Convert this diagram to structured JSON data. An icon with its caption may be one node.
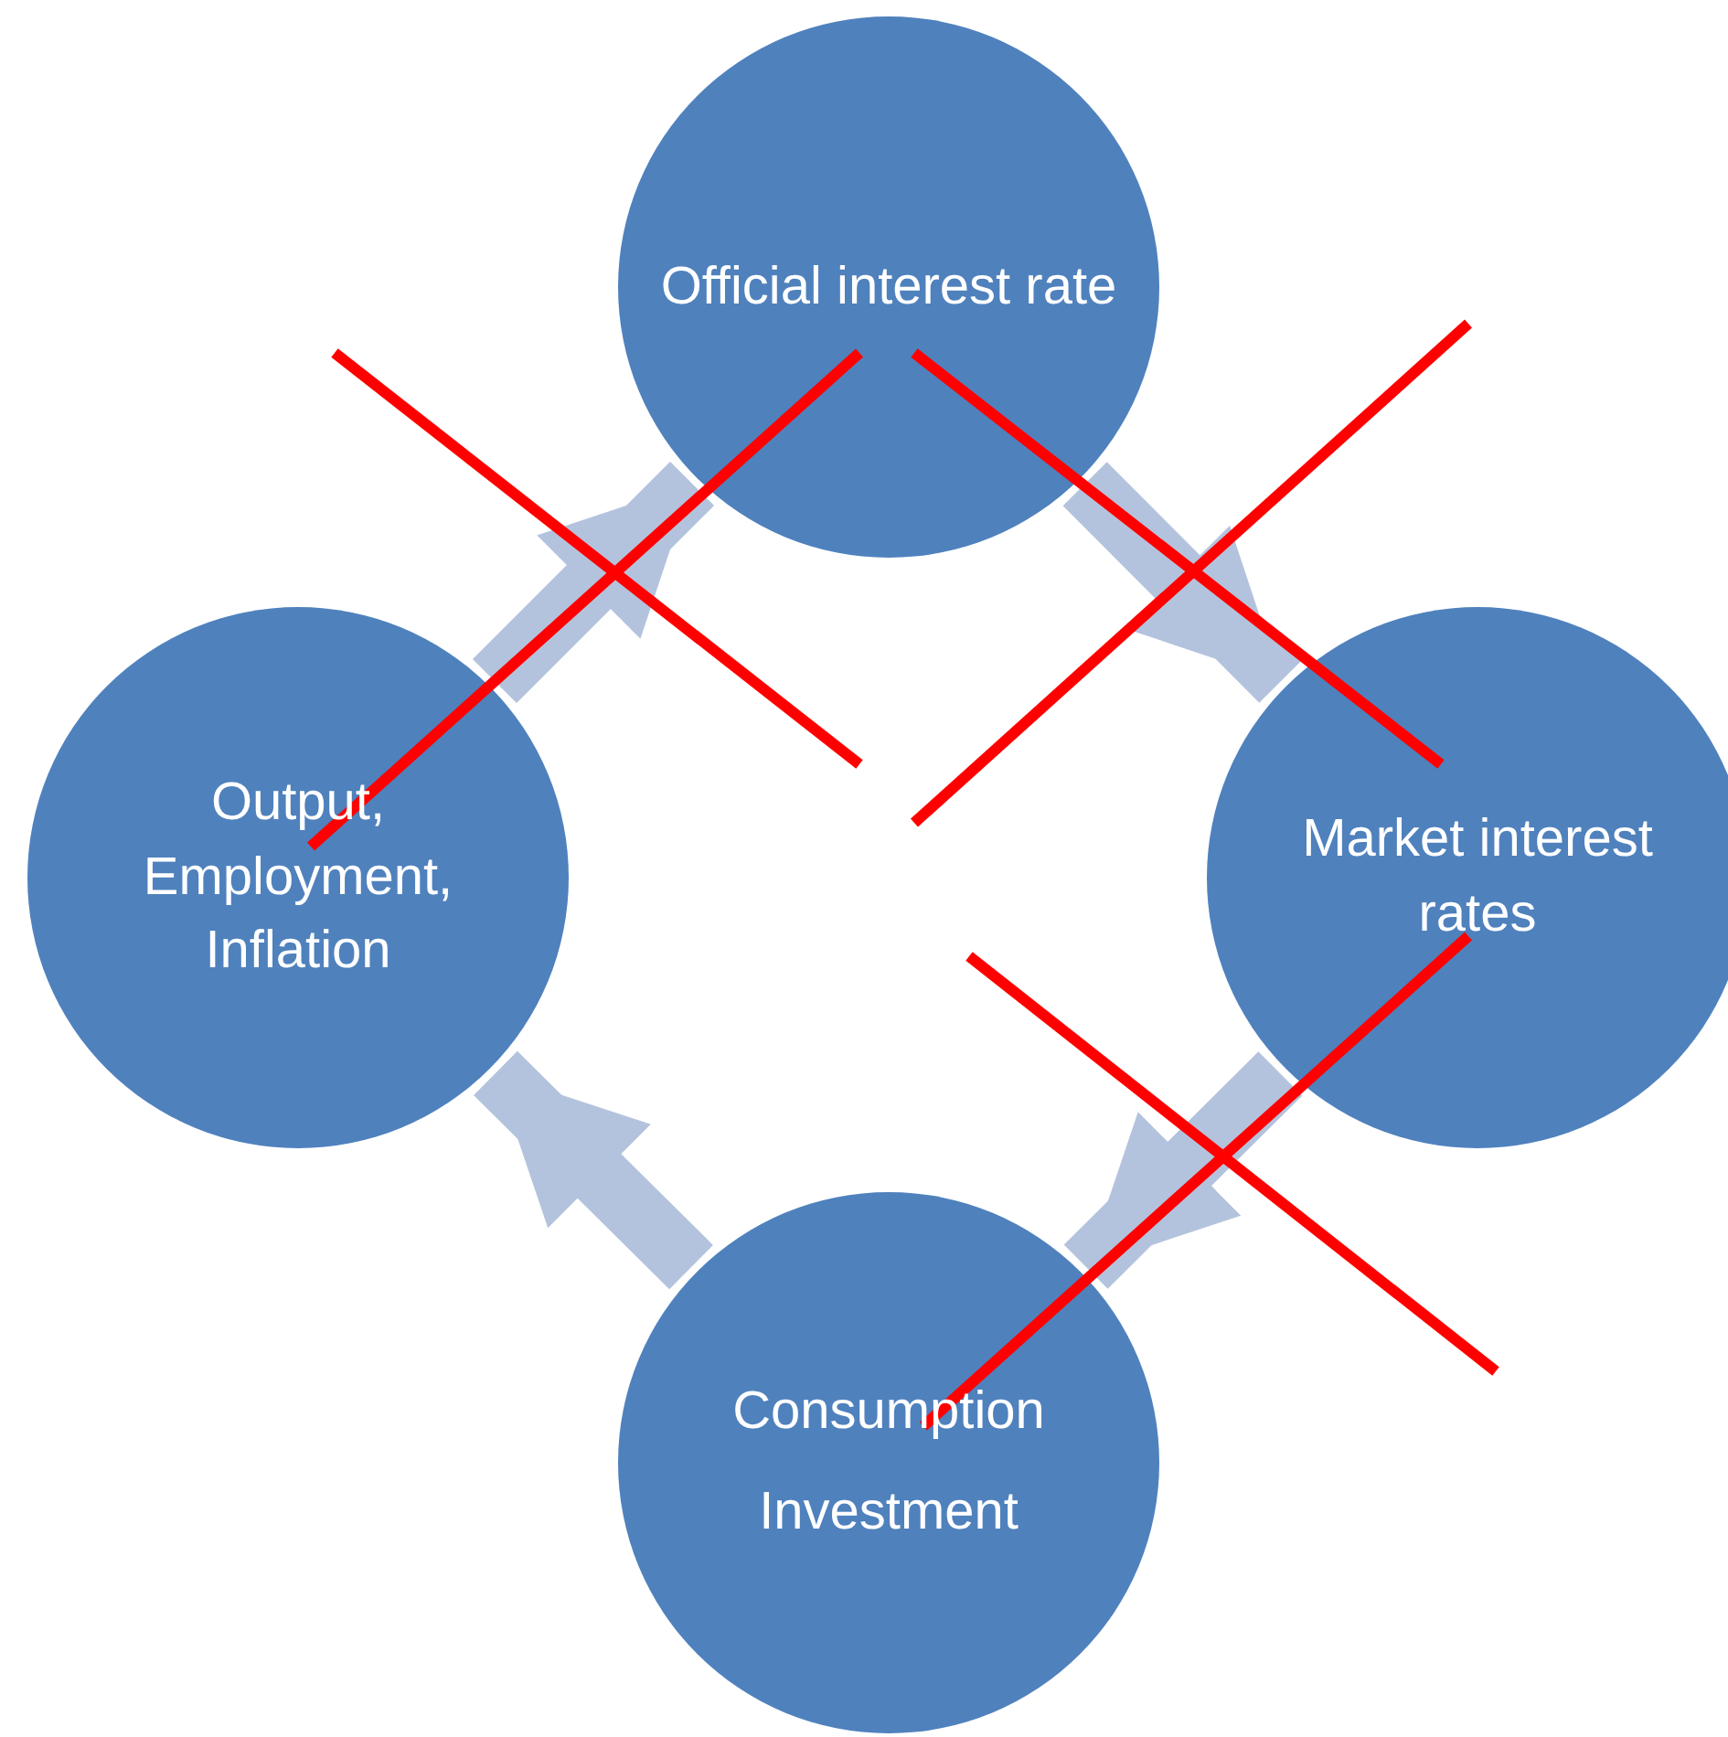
{
  "diagram": {
    "nodes": [
      {
        "text": [
          "Official interest rate"
        ]
      },
      {
        "text": [
          "Market interest rates"
        ]
      },
      {
        "text": [
          "Consumption",
          "Investment"
        ]
      },
      {
        "text": [
          "Output, Employment, Inflation"
        ]
      }
    ],
    "edges": [
      {
        "from": 0,
        "to": 1,
        "arrow": "to"
      },
      {
        "from": 1,
        "to": 2,
        "arrow": "to"
      },
      {
        "from": 2,
        "to": 3,
        "arrow": "to"
      },
      {
        "from": 3,
        "to": 0,
        "arrow": "to"
      }
    ]
  }
}
